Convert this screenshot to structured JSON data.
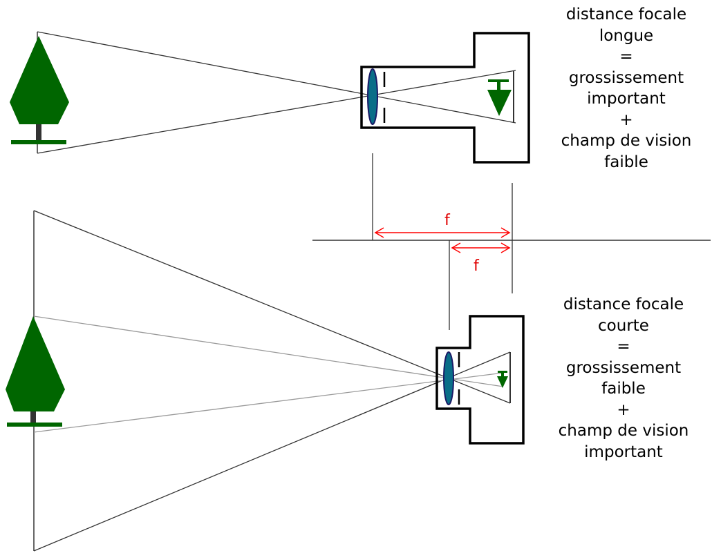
{
  "colors": {
    "tree": "#006600",
    "lens": "#0a6e88",
    "lens_edge": "#1a1a66",
    "focal_arrow": "#ff0000",
    "rays": "#333333",
    "outline": "#000000"
  },
  "long_focal": {
    "lines": [
      "distance focale",
      "longue",
      "=",
      "grossissement",
      "important",
      "+",
      "champ de vision",
      "faible"
    ]
  },
  "short_focal": {
    "lines": [
      "distance focale",
      "courte",
      "=",
      "grossissement",
      "faible",
      "+",
      "champ de vision",
      "important"
    ]
  },
  "focal_labels": {
    "long": "f",
    "short": "f"
  }
}
